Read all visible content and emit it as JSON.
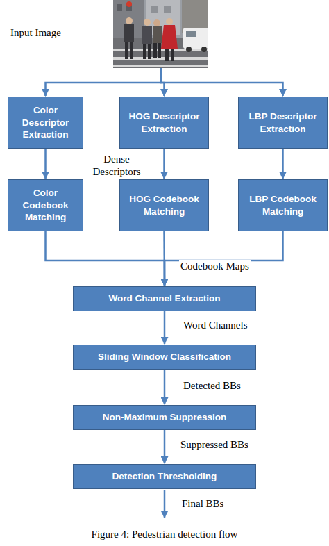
{
  "diagram": {
    "caption": "Figure 4: Pedestrian detection flow",
    "nodes": [
      {
        "text": [
          "Input Image"
        ]
      },
      {
        "text": [
          "Color Descriptor Extraction"
        ]
      },
      {
        "text": [
          "HOG Descriptor Extraction"
        ]
      },
      {
        "text": [
          "LBP Descriptor Extraction"
        ]
      },
      {
        "text": [
          "Color Codebook Matching"
        ]
      },
      {
        "text": [
          "HOG Codebook Matching"
        ]
      },
      {
        "text": [
          "LBP Codebook Matching"
        ]
      },
      {
        "text": [
          "Word Channel Extraction"
        ]
      },
      {
        "text": [
          "Sliding Window Classification"
        ]
      },
      {
        "text": [
          "Non-Maximum Suppression"
        ]
      },
      {
        "text": [
          "Detection Thresholding"
        ]
      }
    ],
    "edges": [
      {
        "from": 0,
        "to": 1,
        "arrow": "to"
      },
      {
        "from": 0,
        "to": 2,
        "arrow": "to"
      },
      {
        "from": 0,
        "to": 3,
        "arrow": "to"
      },
      {
        "from": 1,
        "to": 4,
        "arrow": "to"
      },
      {
        "from": 2,
        "to": 5,
        "label": "Dense Descriptors",
        "arrow": "to"
      },
      {
        "from": 3,
        "to": 6,
        "arrow": "to"
      },
      {
        "from": 4,
        "to": 7,
        "arrow": "to"
      },
      {
        "from": 5,
        "to": 7,
        "label": "Codebook Maps",
        "arrow": "to"
      },
      {
        "from": 6,
        "to": 7,
        "arrow": "to"
      },
      {
        "from": 7,
        "to": 8,
        "label": "Word Channels",
        "arrow": "to"
      },
      {
        "from": 8,
        "to": 9,
        "label": "Detected BBs",
        "arrow": "to"
      },
      {
        "from": 9,
        "to": 10,
        "label": "Suppressed BBs",
        "arrow": "to"
      }
    ],
    "labels": [
      "Final BBs"
    ]
  }
}
